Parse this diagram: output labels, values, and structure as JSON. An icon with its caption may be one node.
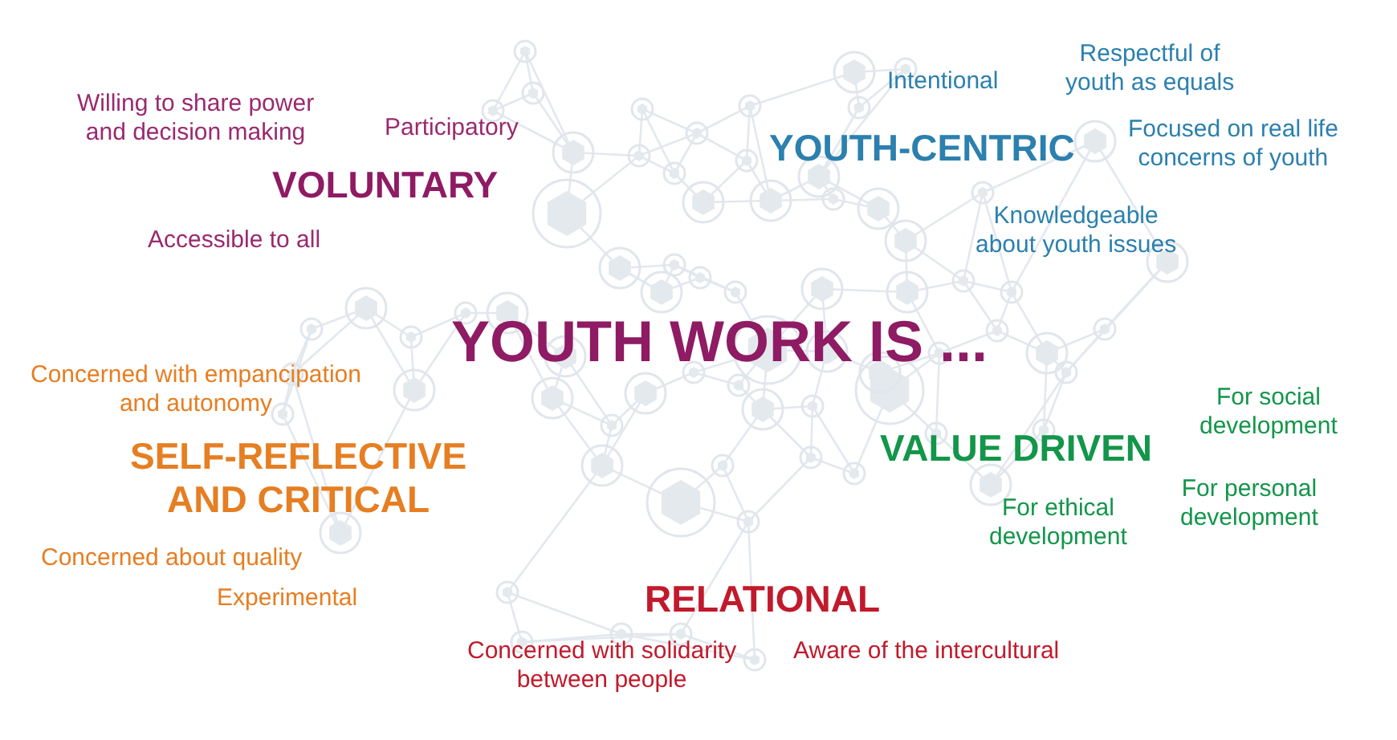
{
  "diagram": {
    "title": "YOUTH WORK IS ...",
    "labels": [
      "VOLUNTARY",
      "Willing to share power and decision making",
      "Participatory",
      "Accessible to all",
      "YOUTH-CENTRIC",
      "Intentional",
      "Respectful of youth as equals",
      "Focused on real life concerns of youth",
      "Knowledgeable about youth issues",
      "SELF-REFLECTIVE AND CRITICAL",
      "Concerned with empancipation and autonomy",
      "Concerned about quality",
      "Experimental",
      "VALUE DRIVEN",
      "For social development",
      "For personal development",
      "For ethical development",
      "RELATIONAL",
      "Concerned with solidarity between people",
      "Aware of the intercultural"
    ]
  }
}
